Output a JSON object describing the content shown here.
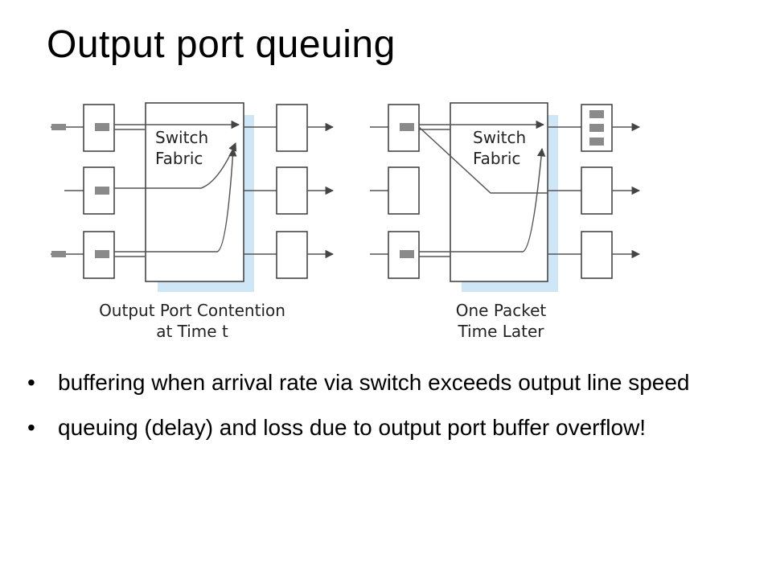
{
  "slide": {
    "title": "Output port queuing"
  },
  "diagram": {
    "left_panel": {
      "fabric_label_line1": "Switch",
      "fabric_label_line2": "Fabric",
      "caption_line1": "Output Port Contention",
      "caption_line2": "at Time t"
    },
    "right_panel": {
      "fabric_label_line1": "Switch",
      "fabric_label_line2": "Fabric",
      "caption_line1": "One Packet",
      "caption_line2": "Time Later"
    },
    "colors": {
      "line": "#555555",
      "box_stroke": "#3a3a3a",
      "packet": "#8a8a8a",
      "shadow": "#cfe6f7"
    }
  },
  "bullets": [
    {
      "symbol": "•",
      "text": "buffering when arrival rate via switch exceeds output line speed"
    },
    {
      "symbol": "•",
      "text": "queuing (delay) and loss due to output port buffer overflow!"
    }
  ]
}
